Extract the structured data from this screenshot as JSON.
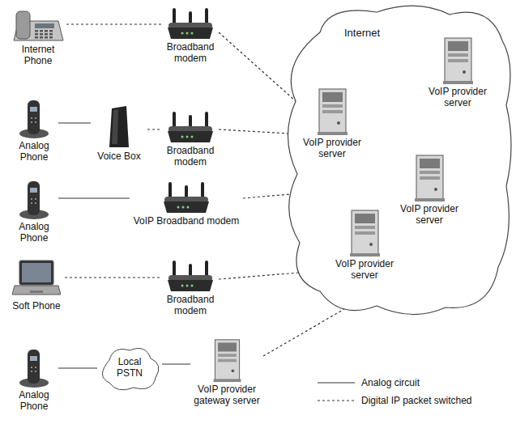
{
  "diagram": {
    "nodes": [
      {
        "text": [
          "Internet Phone"
        ]
      },
      {
        "text": [
          "Broadband modem"
        ]
      },
      {
        "text": [
          "Internet"
        ]
      },
      {
        "text": [
          "VoIP provider server"
        ],
        "in": 2
      },
      {
        "text": [
          "VoIP provider server"
        ],
        "in": 2
      },
      {
        "text": [
          "VoIP provider server"
        ],
        "in": 2
      },
      {
        "text": [
          "VoIP provider server"
        ],
        "in": 2
      },
      {
        "text": [
          "Analog Phone"
        ]
      },
      {
        "text": [
          "Voice Box"
        ]
      },
      {
        "text": [
          "Broadband modem"
        ]
      },
      {
        "text": [
          "Analog Phone"
        ]
      },
      {
        "text": [
          "VoIP Broadband modem"
        ]
      },
      {
        "text": [
          "Soft Phone"
        ]
      },
      {
        "text": [
          "Broadband modem"
        ]
      },
      {
        "text": [
          "Analog Phone"
        ]
      },
      {
        "text": [
          "Local PSTN"
        ]
      },
      {
        "text": [
          "VoIP provider gateway server"
        ]
      }
    ],
    "edges": [
      {
        "from": 0,
        "to": 1,
        "arrow": "none"
      },
      {
        "from": 1,
        "to": 2,
        "arrow": "none"
      },
      {
        "from": 7,
        "to": 8,
        "arrow": "none"
      },
      {
        "from": 8,
        "to": 9,
        "arrow": "none"
      },
      {
        "from": 9,
        "to": 2,
        "arrow": "none"
      },
      {
        "from": 10,
        "to": 11,
        "arrow": "none"
      },
      {
        "from": 11,
        "to": 2,
        "arrow": "none"
      },
      {
        "from": 12,
        "to": 13,
        "arrow": "none"
      },
      {
        "from": 13,
        "to": 2,
        "arrow": "none"
      },
      {
        "from": 14,
        "to": 15,
        "arrow": "none"
      },
      {
        "from": 15,
        "to": 16,
        "arrow": "none"
      },
      {
        "from": 16,
        "to": 2,
        "arrow": "none"
      }
    ],
    "legend": [
      {
        "text": "Analog circuit"
      },
      {
        "text": "Digital IP packet switched"
      }
    ]
  }
}
